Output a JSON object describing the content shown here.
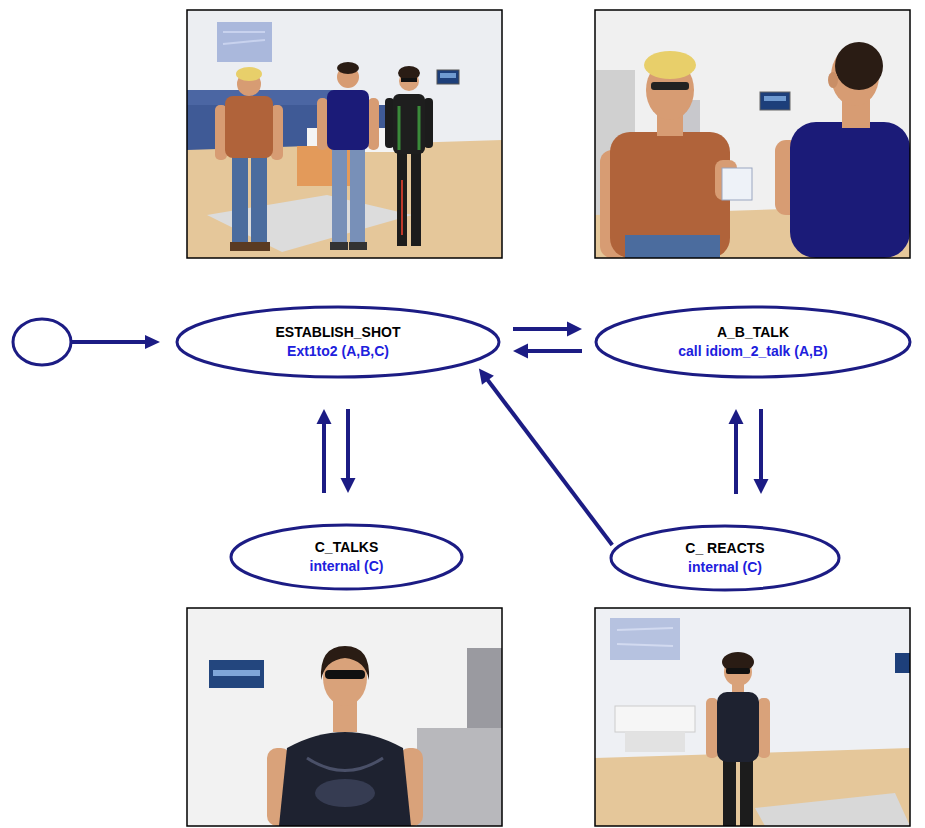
{
  "diagram": {
    "nodes": [
      {
        "text": [
          "ESTABLISH_SHOT",
          "Ext1to2 (A,B,C)"
        ]
      },
      {
        "text": [
          "A_B_TALK",
          "call idiom_2_talk (A,B)"
        ]
      },
      {
        "text": [
          "C_TALKS",
          "internal (C)"
        ]
      },
      {
        "text": [
          "C_ REACTS",
          "internal (C)"
        ]
      }
    ],
    "edges": [
      {
        "from": 0,
        "to": 1,
        "arrow": "to"
      },
      {
        "from": 1,
        "to": 0,
        "arrow": "to"
      },
      {
        "from": 0,
        "to": 2,
        "arrow": "to"
      },
      {
        "from": 2,
        "to": 0,
        "arrow": "to"
      },
      {
        "from": 1,
        "to": 3,
        "arrow": "to"
      },
      {
        "from": 3,
        "to": 1,
        "arrow": "to"
      },
      {
        "from": 3,
        "to": 0,
        "arrow": "to"
      }
    ]
  }
}
